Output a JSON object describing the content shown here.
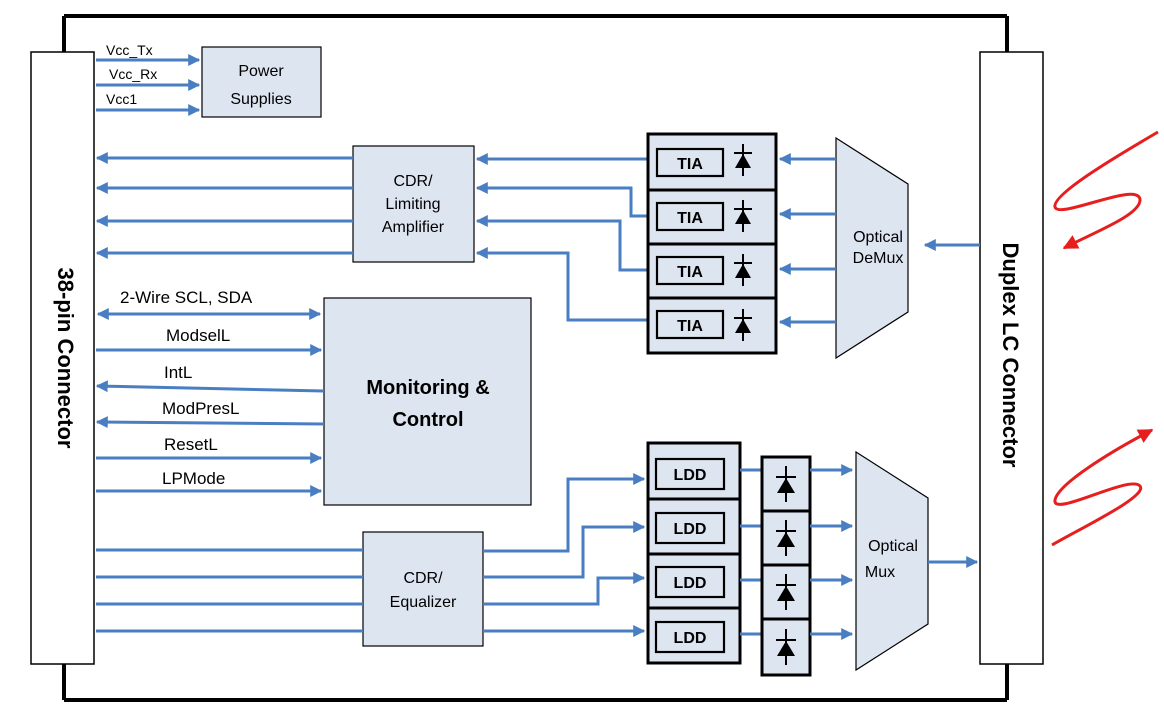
{
  "connector_left": {
    "label": "38-pin Connector"
  },
  "connector_right": {
    "label": "Duplex LC Connector"
  },
  "power": {
    "title": [
      "Power",
      "Supplies"
    ],
    "inputs": [
      "Vcc_Tx",
      "Vcc_Rx",
      "Vcc1"
    ]
  },
  "rx": {
    "cdr": [
      "CDR/",
      "Limiting",
      "Amplifier"
    ],
    "tia_label": "TIA",
    "demux": [
      "Optical",
      "DeMux"
    ]
  },
  "tx": {
    "cdr": [
      "CDR/",
      "Equalizer"
    ],
    "ldd_label": "LDD",
    "mux": [
      "Optical",
      "Mux"
    ]
  },
  "control": {
    "title": [
      "Monitoring &",
      "Control"
    ],
    "signals": [
      "2-Wire SCL, SDA",
      "ModselL",
      "IntL",
      "ModPresL",
      "ResetL",
      "LPMode"
    ]
  },
  "colors": {
    "wire": "#4a7ec2",
    "box_fill": "#dde5f1",
    "laser": "#e61e1e"
  }
}
